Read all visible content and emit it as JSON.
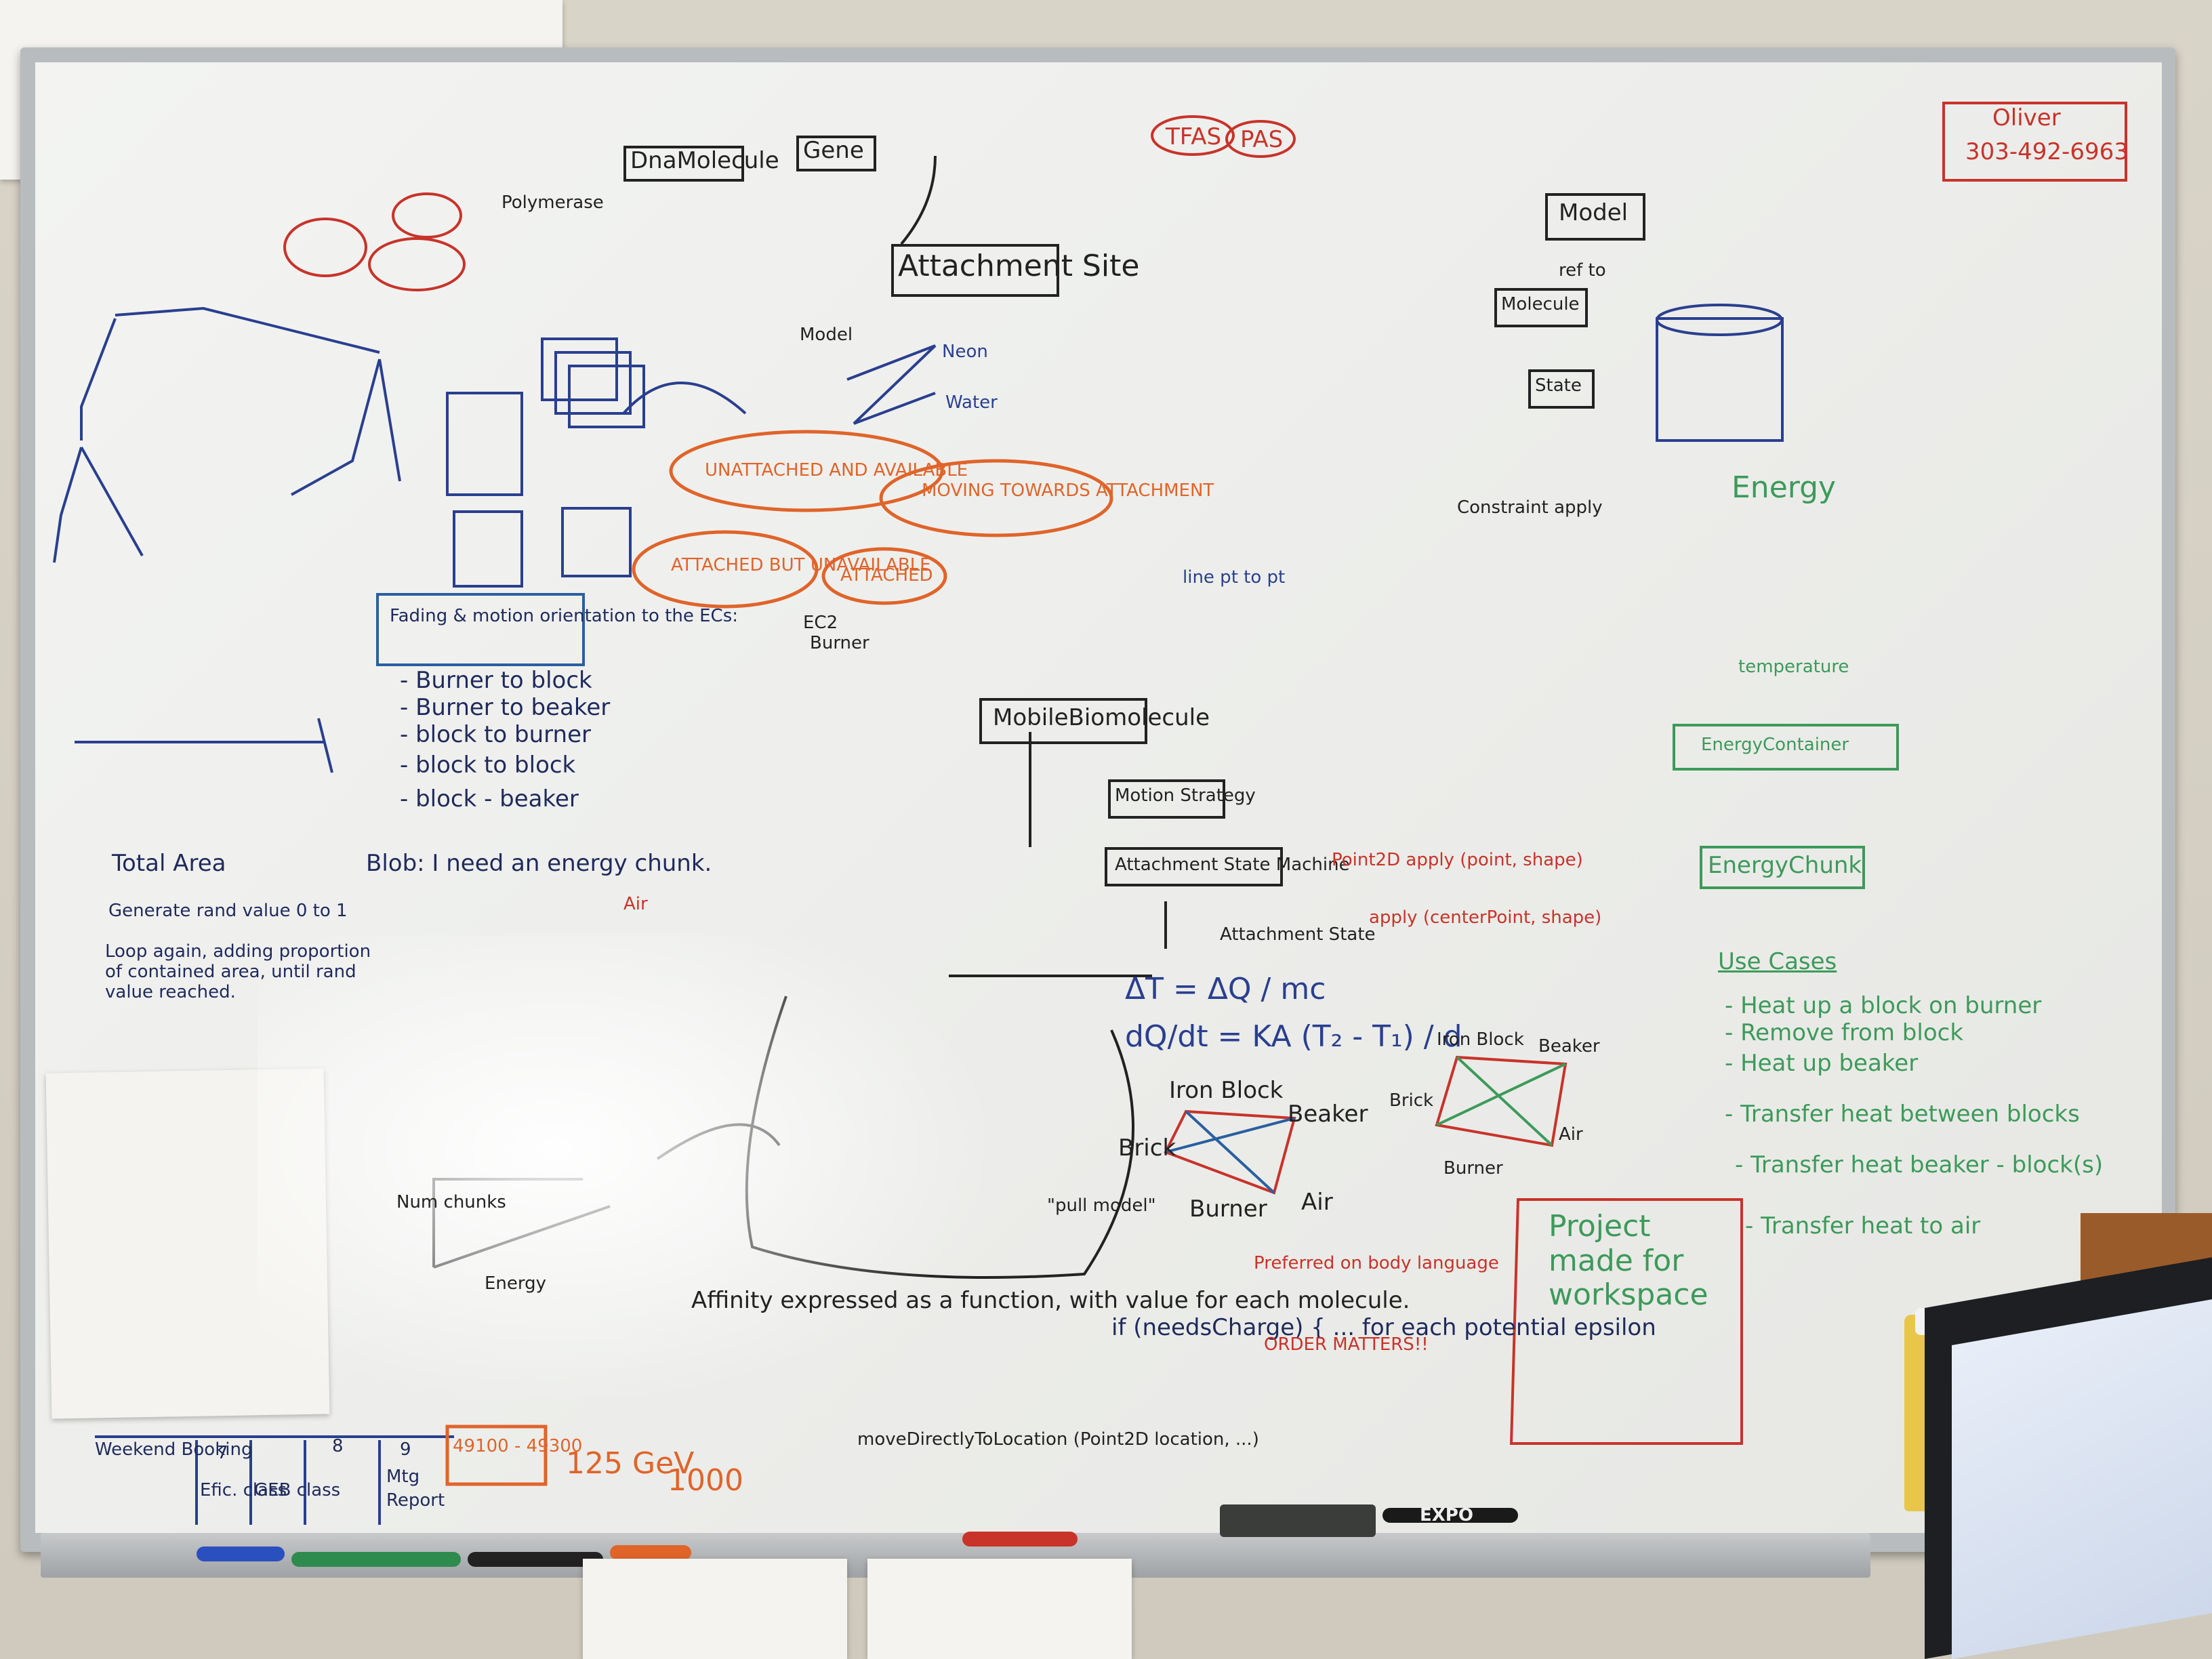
{
  "board": {
    "contact_name": "Oliver",
    "contact_phone": "303-492-6963",
    "top_terms": [
      "DnaMolecule",
      "Gene",
      "Polymerase",
      "TFAS",
      "PAS",
      "Model",
      "Molecule",
      "State"
    ],
    "attachment_site": "Attachment Site",
    "states": [
      "UNATTACHED AND AVAILABLE",
      "MOVING TOWARDS ATTACHMENT",
      "ATTACHED BUT UNAVAILABLE",
      "ATTACHED"
    ],
    "energy_terms": [
      "Energy",
      "EnergyContainer",
      "EnergyChunk",
      "temperature",
      "Use Cases"
    ],
    "use_cases": [
      "- Heat up a block on burner",
      "- Remove from block",
      "- Heat up beaker",
      "- Transfer heat between blocks",
      "- Transfer heat beaker - block(s)",
      "- Transfer heat to air"
    ],
    "left_list_title": "Fading & motion orientation to the ECs:",
    "left_list": [
      "- Burner to block",
      "- Burner to beaker",
      "- block to burner",
      "- block to block",
      "- block - beaker"
    ],
    "blob_note": "Blob: I need an energy chunk.",
    "total_area": "Total Area",
    "generate_note": "Generate rand value 0 to 1",
    "loop_note": "Loop again, adding proportion of contained area, until rand value reached.",
    "mobile_molecule": "MobileBiomolecule",
    "motion_strategy": "Motion Strategy",
    "attachment_state_machine": "Attachment State Machine",
    "attachment_state": "Attachment State",
    "equation_1": "ΔT = ΔQ / mc",
    "equation_2": "dQ/dt = KA (T₂ - T₁) / d",
    "nodes_left": [
      "Iron Block",
      "Beaker",
      "Brick",
      "Burner",
      "Air"
    ],
    "nodes_right": [
      "Iron Block",
      "Beaker",
      "Brick",
      "Burner",
      "Air"
    ],
    "project_note": "Project made for workspace",
    "line_pt": "line pt to pt",
    "constraint": "Constraint apply",
    "point2d": "Point2D apply (point, shape)",
    "apply_note": "apply (centerPoint, shape)",
    "affinity": "Affinity expressed as a function, with value for each molecule.",
    "if_code": "if (needsCharge) { ... for each potential epsilon",
    "order_matters": "ORDER MATTERS!!",
    "pull_model": "\"pull model\"",
    "preferred": "Preferred on body language",
    "bottom_code": "moveDirectlyToLocation (Point2D location, ...)",
    "bottom_numbers": [
      "49100 - 49300",
      "125 GeV",
      "1000"
    ],
    "bottom_table": [
      "Weekend Booking",
      "7",
      "8",
      "9",
      "Efic. class",
      "GEB class",
      "Mtg",
      "Report"
    ],
    "energy_axis": "Energy",
    "num_chunks": "Num chunks",
    "air_label": "Air",
    "burner_label": "Burner",
    "water_label": "Water",
    "neon_label": "Neon",
    "ec2_label": "EC2",
    "model_label": "Model",
    "ref_to": "ref to",
    "bottom_note": "Use Cases",
    "tray_label": "EXPO"
  }
}
